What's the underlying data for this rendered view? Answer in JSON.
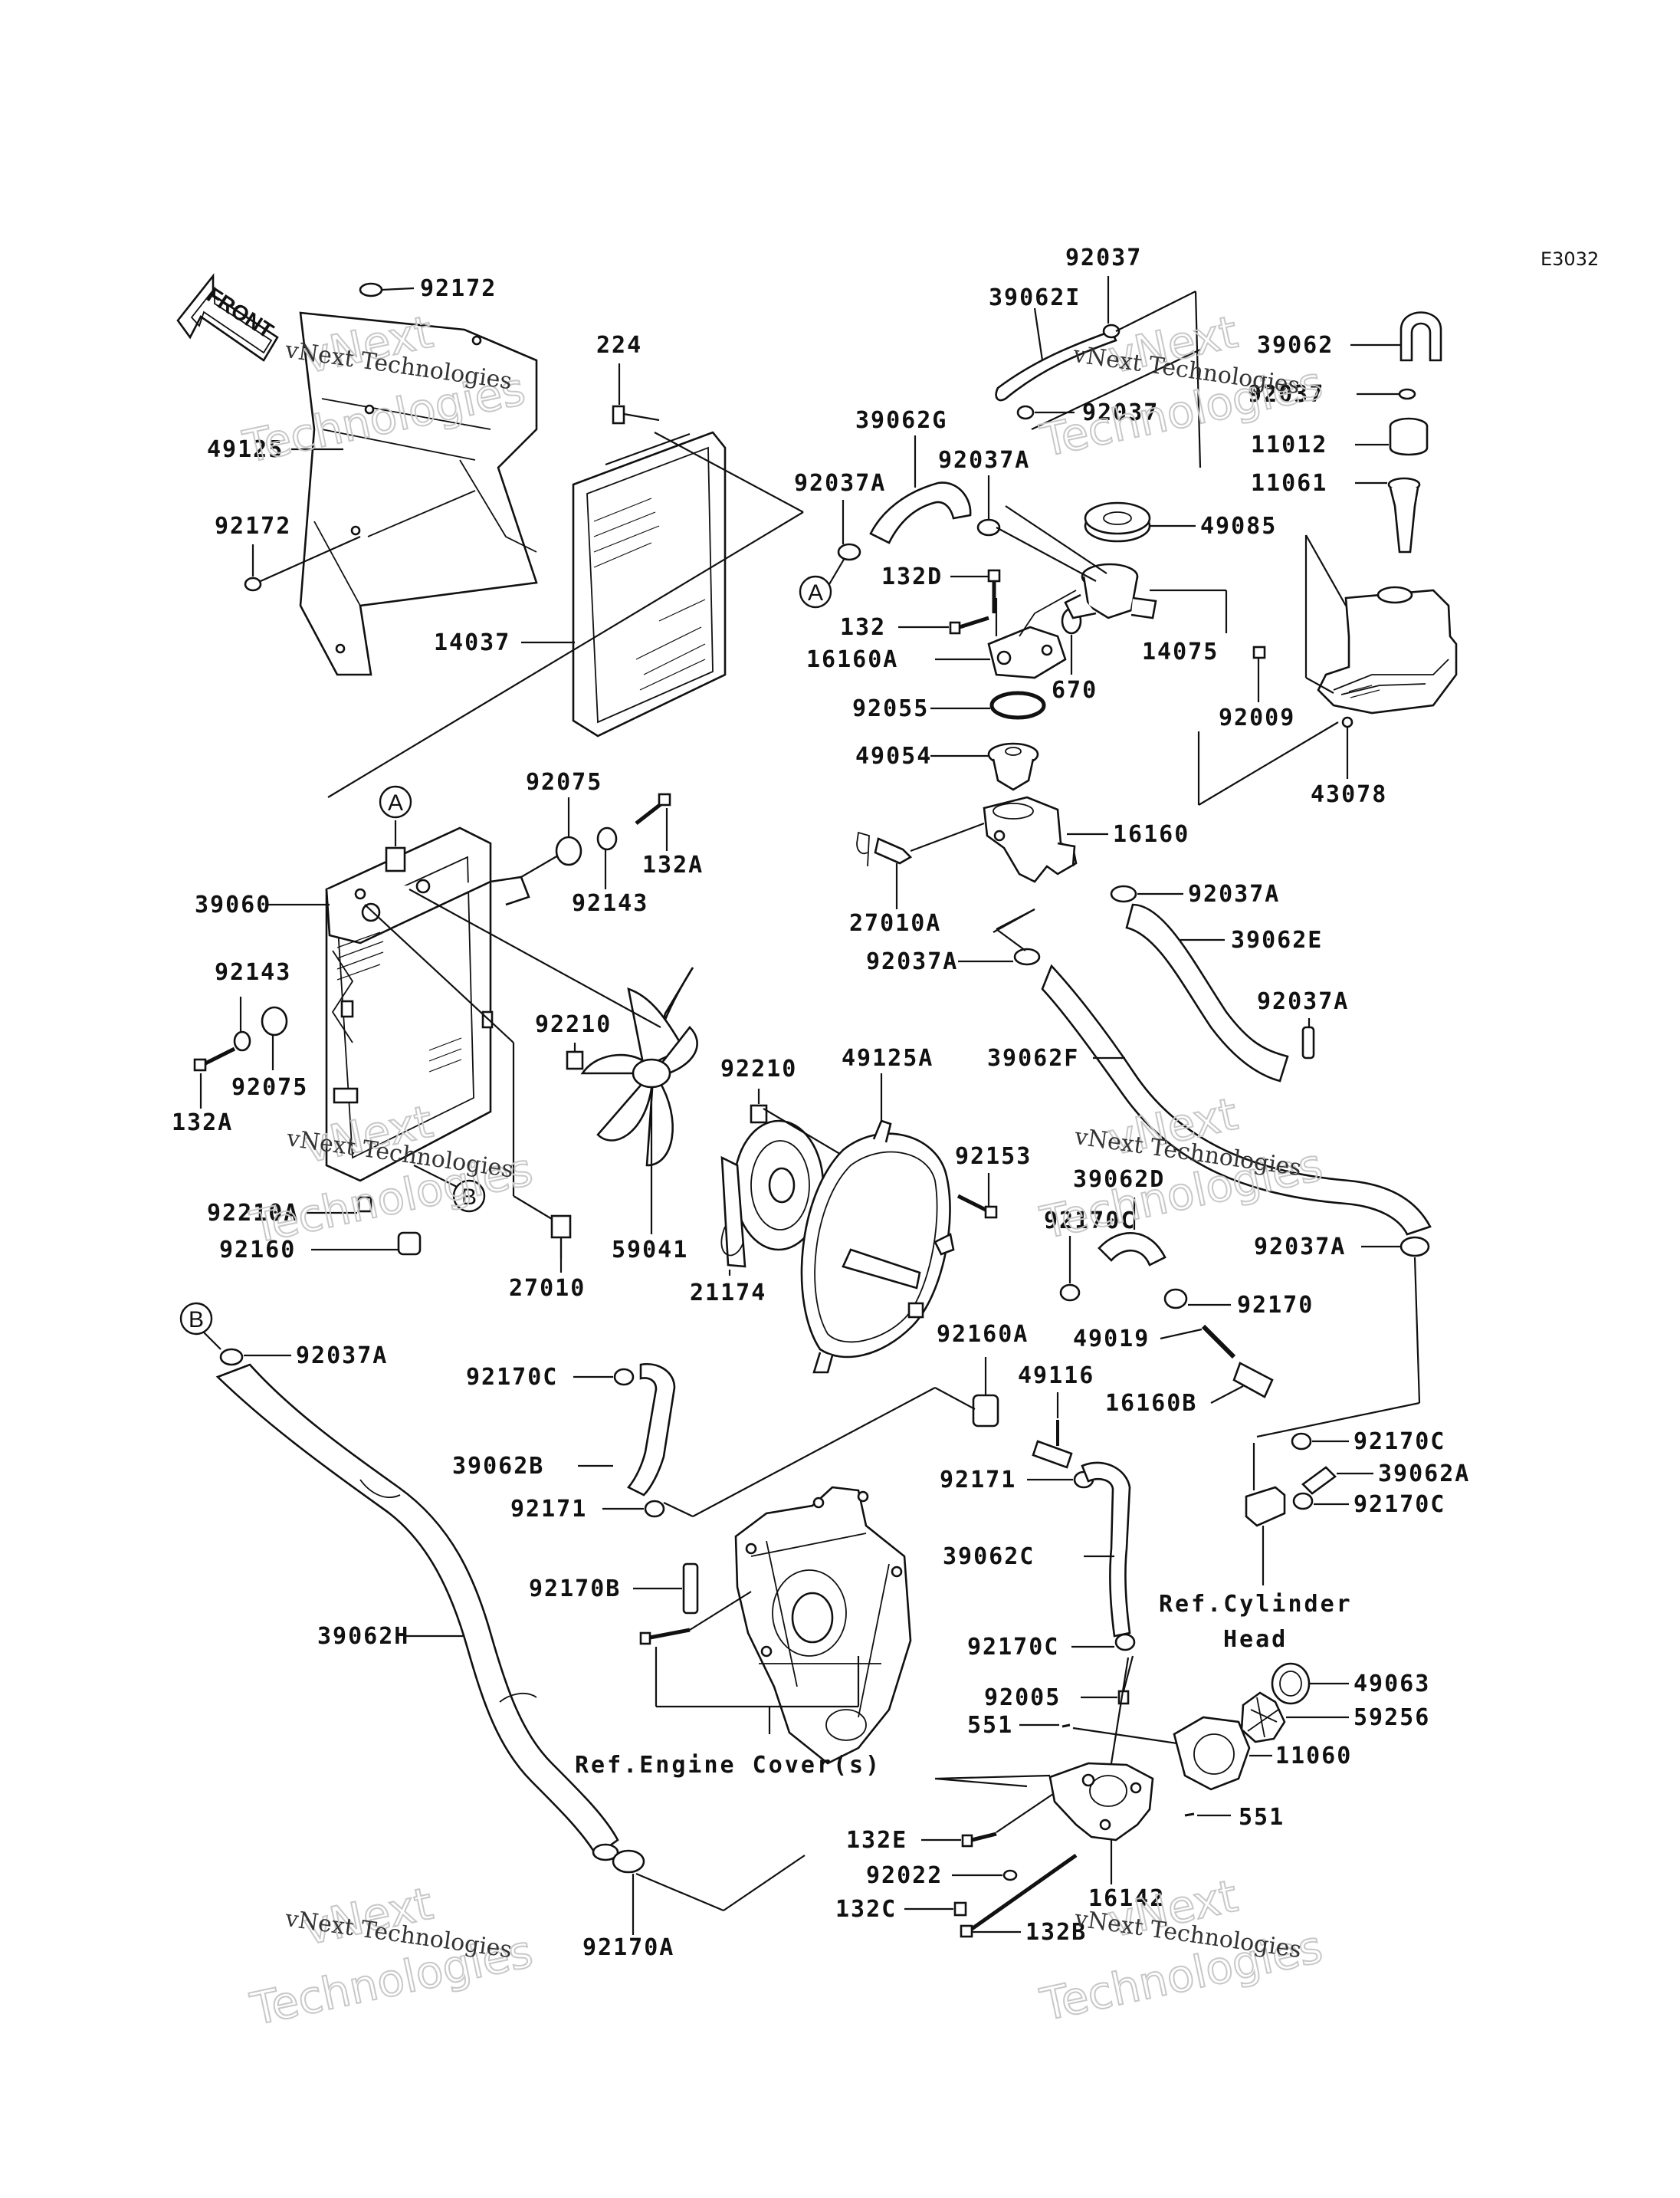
{
  "diagram_code": "E3032",
  "front_arrow": "FRONT",
  "watermark": {
    "line": "vNext Technologies",
    "big_top": "vNext",
    "big_bottom": "Technologies"
  },
  "callouts": [
    "A",
    "B"
  ],
  "references": {
    "cylinder_head_line1": "Ref.Cylinder",
    "cylinder_head_line2": "Head",
    "engine_cover": "Ref.Engine Cover(s)"
  },
  "parts": [
    "92172",
    "49125",
    "92172b",
    "224",
    "14037",
    "39060",
    "92075",
    "92143",
    "132A",
    "92143b",
    "92075b",
    "132Ab",
    "92210A",
    "92160",
    "92210",
    "59041",
    "27010",
    "92210b",
    "49125A",
    "92153",
    "21174",
    "39062I",
    "92037",
    "92037b",
    "39062G",
    "92037A",
    "92037Ab",
    "132D",
    "132",
    "16160A",
    "670",
    "92055",
    "49054",
    "49085",
    "14075",
    "16160",
    "27010A",
    "92037Ac",
    "92037Ad",
    "39062E",
    "39062F",
    "92037Ae",
    "39062",
    "92037c",
    "11012",
    "11061",
    "92009",
    "43078"
  ],
  "labels": {
    "p92172": "92172",
    "p49125": "49125",
    "p92172b": "92172",
    "p224": "224",
    "p14037": "14037",
    "p39060": "39060",
    "p92075": "92075",
    "p92143": "92143",
    "p132A": "132A",
    "p92143b": "92143",
    "p92075b": "92075",
    "p132Ab": "132A",
    "p92210A": "92210A",
    "p92160": "92160",
    "p92210": "92210",
    "p59041": "59041",
    "p27010": "27010",
    "p92210b": "92210",
    "p49125A": "49125A",
    "p92153": "92153",
    "p21174": "21174",
    "p39062I": "39062I",
    "p92037": "92037",
    "p92037b": "92037",
    "p39062G": "39062G",
    "p92037A": "92037A",
    "p92037Ab": "92037A",
    "p132D": "132D",
    "p132": "132",
    "p16160A": "16160A",
    "p670": "670",
    "p92055": "92055",
    "p49054": "49054",
    "p49085": "49085",
    "p14075": "14075",
    "p16160": "16160",
    "p27010A": "27010A",
    "p92037Ac": "92037A",
    "p92037Ad": "92037A",
    "p39062E": "39062E",
    "p39062F": "39062F",
    "p92037Ae": "92037A",
    "p39062": "39062",
    "p92037c": "92037",
    "p11012": "11012",
    "p11061": "11061",
    "p92009": "92009",
    "p43078": "43078",
    "p39062D": "39062D",
    "p92170C": "92170C",
    "p92037Af": "92037A",
    "p92170": "92170",
    "p49019": "49019",
    "p16160B": "16160B",
    "p92160A": "92160A",
    "p49116": "49116",
    "p92171": "92171",
    "p92170Cb": "92170C",
    "p39062A": "39062A",
    "p92170Cc": "92170C",
    "p92037Ag": "92037A",
    "p92170Cd": "92170C",
    "p39062B": "39062B",
    "p92171b": "92171",
    "p92170B": "92170B",
    "p39062H": "39062H",
    "p39062C": "39062C",
    "p92170Ce": "92170C",
    "p92005": "92005",
    "p551": "551",
    "p49063": "49063",
    "p59256": "59256",
    "p11060": "11060",
    "p551b": "551",
    "p132E": "132E",
    "p92022": "92022",
    "p132C": "132C",
    "p16142": "16142",
    "p132B": "132B",
    "p92170A": "92170A"
  }
}
